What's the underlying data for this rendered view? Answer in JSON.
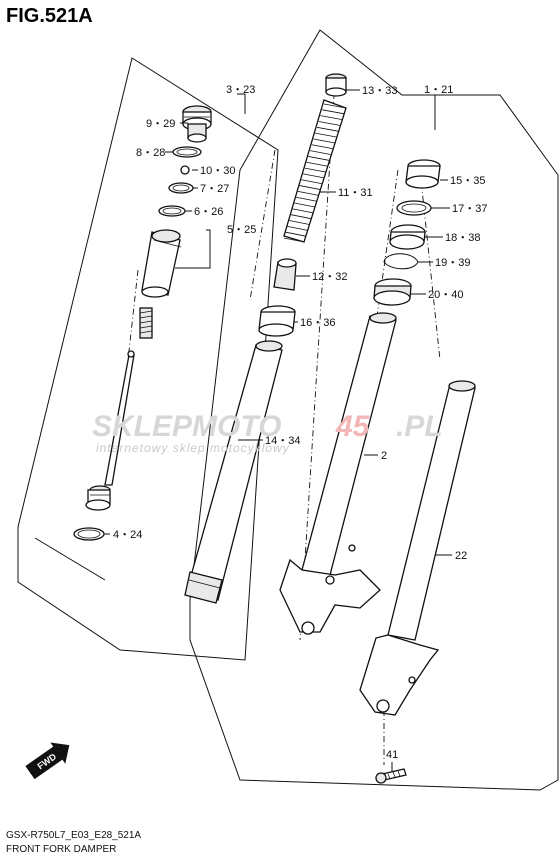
{
  "figure": {
    "title": "FIG.521A"
  },
  "footer": {
    "model_code": "GSX-R750L7_E03_E28_521A",
    "caption": "FRONT FORK DAMPER"
  },
  "watermark": {
    "brand_part1": "SKLEPMOTO",
    "brand_part2": "45",
    "brand_part3": ".PL",
    "tagline": "internetowy sklep motocyklowy"
  },
  "direction_marker": {
    "label": "FWD"
  },
  "callouts": [
    {
      "id": "c-3-23",
      "text": "3・23"
    },
    {
      "id": "c-9-29",
      "text": "9・29"
    },
    {
      "id": "c-8-28",
      "text": "8・28"
    },
    {
      "id": "c-10-30",
      "text": "10・30"
    },
    {
      "id": "c-7-27",
      "text": "7・27"
    },
    {
      "id": "c-6-26",
      "text": "6・26"
    },
    {
      "id": "c-5-25",
      "text": "5・25"
    },
    {
      "id": "c-4-24",
      "text": "4・24"
    },
    {
      "id": "c-13-33",
      "text": "13・33"
    },
    {
      "id": "c-11-31",
      "text": "11・31"
    },
    {
      "id": "c-12-32",
      "text": "12・32"
    },
    {
      "id": "c-16-36",
      "text": "16・36"
    },
    {
      "id": "c-14-34",
      "text": "14・34"
    },
    {
      "id": "c-1-21",
      "text": "1・21"
    },
    {
      "id": "c-15-35",
      "text": "15・35"
    },
    {
      "id": "c-17-37",
      "text": "17・37"
    },
    {
      "id": "c-18-38",
      "text": "18・38"
    },
    {
      "id": "c-19-39",
      "text": "19・39"
    },
    {
      "id": "c-20-40",
      "text": "20・40"
    },
    {
      "id": "c-2",
      "text": "2"
    },
    {
      "id": "c-22",
      "text": "22"
    },
    {
      "id": "c-41",
      "text": "41"
    }
  ]
}
